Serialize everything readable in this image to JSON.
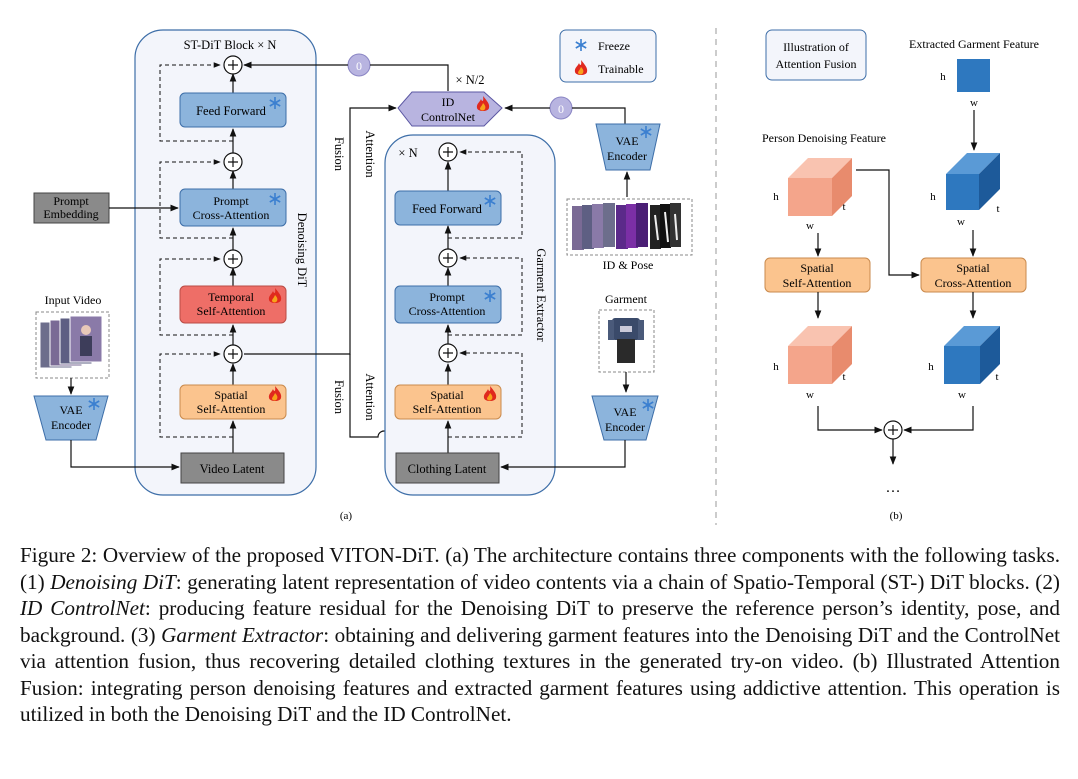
{
  "panel_a": {
    "st_dit_title": "ST-DiT Block × N",
    "denoising_label": "Denoising DiT",
    "feed_forward": "Feed Forward",
    "prompt_cross_l1": "Prompt",
    "prompt_cross_l2": "Cross-Attention",
    "temporal_l1": "Temporal",
    "temporal_l2": "Self-Attention",
    "spatial_l1": "Spatial",
    "spatial_l2": "Self-Attention",
    "video_latent": "Video Latent",
    "prompt_embed_l1": "Prompt",
    "prompt_embed_l2": "Embedding",
    "input_video": "Input Video",
    "vae_l1": "VAE",
    "vae_l2": "Encoder",
    "legend_freeze": "Freeze",
    "legend_trainable": "Trainable",
    "zero": "0",
    "n_half": "× N/2",
    "id_l1": "ID",
    "id_l2": "ControlNet",
    "attention": "Attention",
    "fusion": "Fusion",
    "xn": "× N",
    "g_feed_forward": "Feed Forward",
    "g_prompt_l1": "Prompt",
    "g_prompt_l2": "Cross-Attention",
    "g_spatial_l1": "Spatial",
    "g_spatial_l2": "Self-Attention",
    "clothing_latent": "Clothing Latent",
    "garment_extractor": "Garment Extractor",
    "id_pose": "ID & Pose",
    "garment": "Garment",
    "sub_label": "(a)"
  },
  "panel_b": {
    "illus_l1": "Illustration of",
    "illus_l2": "Attention Fusion",
    "extracted": "Extracted Garment Feature",
    "person": "Person Denoising Feature",
    "h": "h",
    "w": "w",
    "t": "t",
    "spatial_l1": "Spatial",
    "spatial_l2": "Self-Attention",
    "spatial_cross_l1": "Spatial",
    "spatial_cross_l2": "Cross-Attention",
    "dots": "…",
    "sub_label": "(b)"
  },
  "caption": {
    "p1": "Figure 2: Overview of the proposed VITON-DiT. (a) The architecture contains three components with the following tasks. (1) ",
    "denoising": "Denoising DiT",
    "p2": ": generating latent representation of video contents via a chain of Spatio-Temporal (ST-) DiT blocks. (2) ",
    "id": "ID ControlNet",
    "p3": ": producing feature residual for the Denoising DiT to preserve the reference person’s identity, pose, and background. (3) ",
    "garment": "Garment Extractor",
    "p4": ": obtaining and delivering garment features into the Denoising DiT and the ControlNet via attention fusion, thus recovering detailed clothing textures in the generated try-on video. (b) Illustrated Attention Fusion: integrating person denoising features and extracted garment features using addictive attention. This operation is utilized in both the Denoising DiT and the ID ControlNet."
  },
  "colors": {
    "blue_box": "#8cb4dc",
    "red_box": "#ee6e67",
    "orange_box": "#fbc48e",
    "gray_box": "#8a8a8a",
    "panel_fill": "#f3f5fb",
    "zero_circle": "#b8b4e0",
    "cube_salmon": "#f4a58b",
    "cube_blue": "#2e78bf"
  }
}
